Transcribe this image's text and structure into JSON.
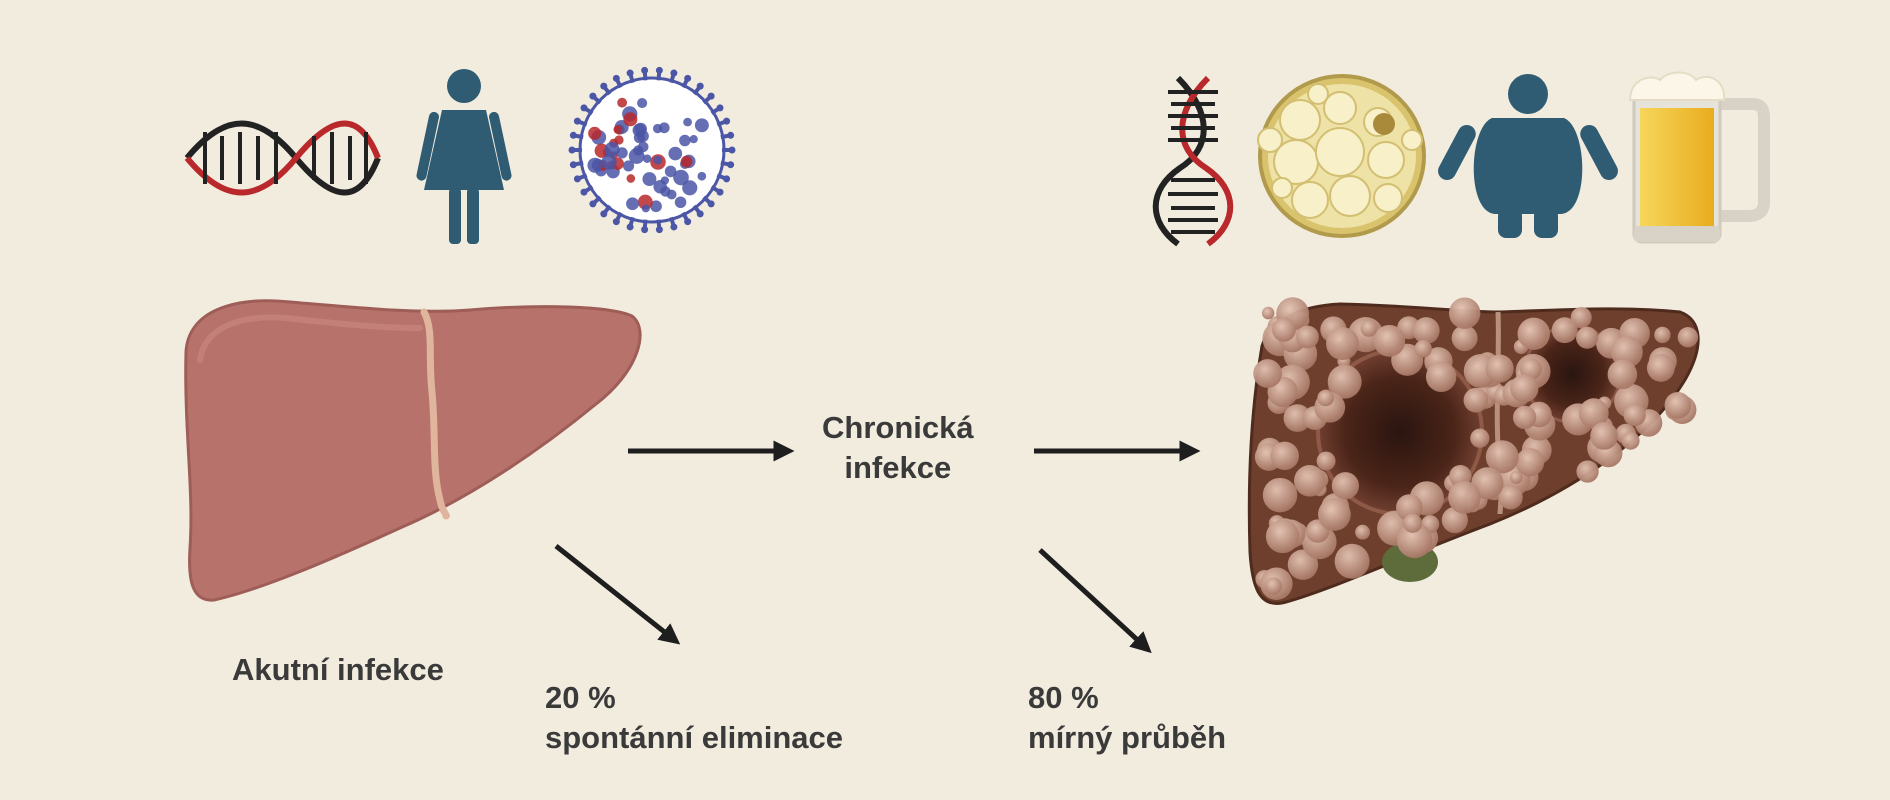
{
  "labels": {
    "acute_infection": "Akutní infekce",
    "chronic_infection_line1": "Chronická",
    "chronic_infection_line2": "infekce",
    "elimination_percent": "20 %",
    "elimination_text": "spontánní eliminace",
    "mild_percent": "80 %",
    "mild_text": "mírný průběh"
  },
  "icons": {
    "left": [
      "dna-icon",
      "female-person-icon",
      "virus-icon"
    ],
    "right": [
      "dna-icon",
      "fat-cell-icon",
      "obese-person-icon",
      "beer-mug-icon"
    ]
  },
  "colors": {
    "background": "#f2ecdf",
    "text": "#3a3a3a",
    "arrow": "#1e1e1e",
    "liver_healthy": "#b7726b",
    "liver_cirrhotic": "#6e3f2c",
    "nodule": "#c89d8d",
    "person": "#2f5c72",
    "dna_red": "#b9282a",
    "dna_black": "#222222",
    "virus_blue": "#4b56a6",
    "fat_cell": "#ecdd9c",
    "beer": "#f0be2c"
  }
}
